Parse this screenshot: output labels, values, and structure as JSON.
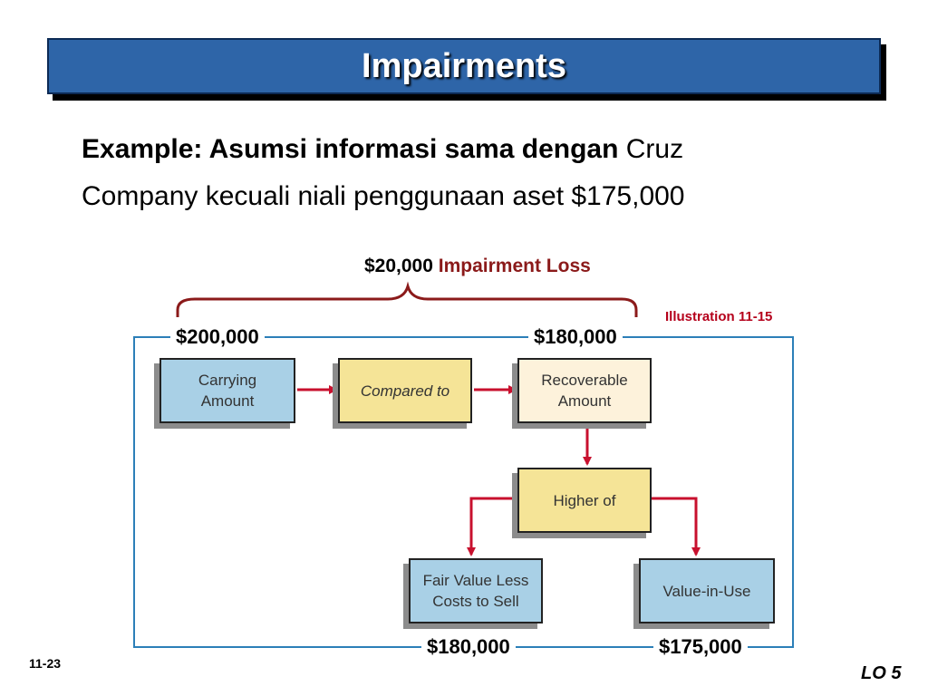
{
  "title": "Impairments",
  "example": {
    "line1_bold": "Example:  Asumsi informasi sama dengan",
    "line1_rest": " Cruz",
    "line2": "Company kecuali niali penggunaan aset $175,000"
  },
  "loss": {
    "amount": "$20,000",
    "text": "Impairment Loss"
  },
  "illustration": "Illustration 11-15",
  "amounts": {
    "carrying": "$200,000",
    "recoverable": "$180,000",
    "fair_value": "$180,000",
    "value_in_use": "$175,000"
  },
  "boxes": {
    "carrying": [
      "Carrying",
      "Amount"
    ],
    "compared": "Compared to",
    "recoverable": [
      "Recoverable",
      "Amount"
    ],
    "higher": "Higher of",
    "fair_value": [
      "Fair Value Less",
      "Costs to Sell"
    ],
    "value_in_use": "Value-in-Use"
  },
  "footer": {
    "slide": "11-23",
    "lo": "LO 5"
  },
  "colors": {
    "title_bar": "#2e65a8",
    "arrow": "#c8102e",
    "frame": "#2c7fb8",
    "brace": "#8b1a1a"
  }
}
